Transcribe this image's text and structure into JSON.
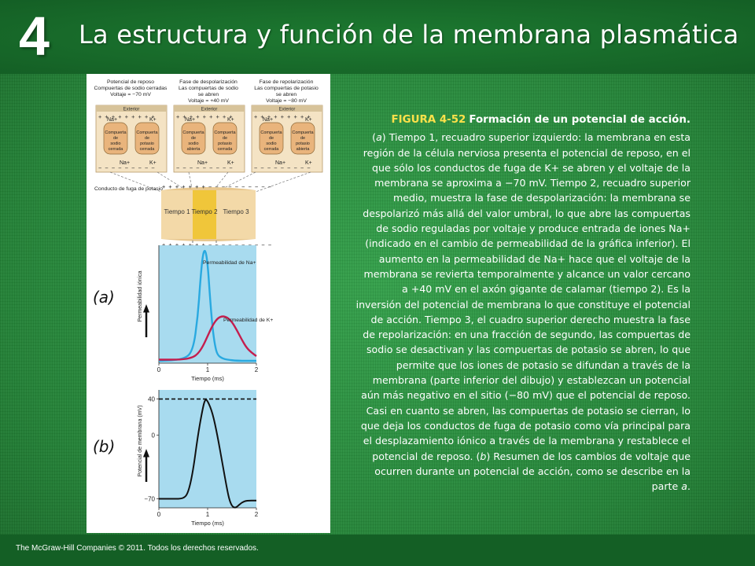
{
  "header": {
    "chapter_number": "4",
    "title": "La estructura y función de la membrana plasmática"
  },
  "figure": {
    "panels": [
      {
        "title": "Potencial de reposo",
        "line2": "Compuertas de sodio cerradas",
        "line3": "Voltaje = −70 mV",
        "exterior": "Exterior",
        "left_gate": "Compuerta de sodio cerrada",
        "right_gate": "Compuerta de potasio cerrada",
        "na": "Na+",
        "k": "K+"
      },
      {
        "title": "Fase de despolarización",
        "line2": "Las compuertas de sodio",
        "line3": "se abren",
        "line4": "Voltaje = +40 mV",
        "exterior": "Exterior",
        "left_gate": "Compuerta de sodio abierta",
        "right_gate": "Compuerta de potasio cerrada",
        "na": "Na+",
        "k": "K+"
      },
      {
        "title": "Fase de repolarización",
        "line2": "Las compuertas de potasio",
        "line3": "se abren",
        "line4": "Voltaje = −80 mV",
        "exterior": "Exterior",
        "left_gate": "Compuerta de sodio cerrada",
        "right_gate": "Compuerta de potasio abierta",
        "na": "Na+",
        "k": "K+"
      }
    ],
    "leak_channel_label": "Conducto de fuga de potasio",
    "axon_times": [
      "Tiempo 1",
      "Tiempo 2",
      "Tiempo 3"
    ],
    "label_a": "(a)",
    "label_b": "(b)"
  },
  "chart_data": [
    {
      "type": "line",
      "ylabel": "Permeabilidad iónica",
      "xlabel": "Tiempo (ms)",
      "xticks": [
        "0",
        "1",
        "2"
      ],
      "xlim": [
        0,
        2
      ],
      "series": [
        {
          "name": "Permeabilidad de Na+",
          "color": "#29a9e0",
          "x": [
            0,
            0.5,
            0.7,
            0.8,
            0.85,
            0.9,
            0.95,
            1.0,
            1.05,
            1.1,
            1.15,
            1.2,
            1.3,
            1.4,
            1.6,
            2.0
          ],
          "y": [
            0.02,
            0.03,
            0.1,
            0.4,
            0.7,
            0.92,
            0.97,
            0.85,
            0.55,
            0.3,
            0.15,
            0.07,
            0.04,
            0.03,
            0.02,
            0.02
          ]
        },
        {
          "name": "Permeabilidad de K+",
          "color": "#c41e4e",
          "x": [
            0,
            0.5,
            0.7,
            0.8,
            0.9,
            1.0,
            1.1,
            1.2,
            1.3,
            1.4,
            1.5,
            1.6,
            1.7,
            1.8,
            1.9,
            2.0
          ],
          "y": [
            0.03,
            0.03,
            0.05,
            0.08,
            0.14,
            0.23,
            0.32,
            0.38,
            0.4,
            0.39,
            0.35,
            0.28,
            0.2,
            0.13,
            0.09,
            0.06
          ]
        }
      ]
    },
    {
      "type": "line",
      "ylabel": "Potencial de membrana (mV)",
      "xlabel": "Tiempo (ms)",
      "xticks": [
        "0",
        "1",
        "2"
      ],
      "yticks": [
        "40",
        "0",
        "−70"
      ],
      "xlim": [
        0,
        2
      ],
      "ylim": [
        -80,
        50
      ],
      "reference_line": 40,
      "series": [
        {
          "name": "",
          "color": "#111111",
          "x": [
            0,
            0.3,
            0.5,
            0.6,
            0.7,
            0.8,
            0.9,
            0.95,
            1.0,
            1.1,
            1.2,
            1.3,
            1.4,
            1.45,
            1.5,
            1.55,
            1.6,
            1.7,
            1.8,
            2.0
          ],
          "y": [
            -70,
            -70,
            -70,
            -64,
            -40,
            0,
            30,
            40,
            38,
            25,
            0,
            -30,
            -60,
            -72,
            -78,
            -80,
            -79,
            -74,
            -72,
            -72
          ]
        }
      ]
    }
  ],
  "caption": {
    "figure_number": "FIGURA 4-52",
    "figure_title": "Formación de un potencial de acción.",
    "body_a_open": "(",
    "body_a_letter": "a",
    "body_a_text": ") Tiempo 1, recuadro superior izquierdo: la membrana en esta región de la célula nerviosa presenta el potencial de reposo, en el que sólo los conductos de fuga de K+ se abren y el voltaje de la membrana se aproxima a −70 mV. Tiempo 2, recuadro superior medio, muestra la fase de despolarización: la membrana se despolarizó más allá del valor umbral, lo que abre las compuertas de sodio reguladas por voltaje y produce entrada de iones Na+ (indicado en el cambio de permeabilidad de la gráfica inferior). El aumento en la permeabilidad de Na+ hace que el voltaje de la membrana se revierta temporalmente y alcance un valor cercano a +40 mV en el axón gigante de calamar (tiempo 2). Es la inversión del potencial de membrana lo que constituye el potencial de acción. Tiempo 3, el cuadro superior derecho muestra la fase de repolarización: en una fracción de segundo, las compuertas de sodio se desactivan y las compuertas de potasio se abren, lo que permite que los iones de potasio se difundan a través de la membrana (parte inferior del dibujo) y establezcan un potencial aún más negativo en el sitio (−80 mV) que el potencial de reposo. Casi en cuanto se abren, las compuertas de potasio se cierran, lo que deja los conductos de fuga de potasio como vía principal para el desplazamiento iónico a través de la membrana y restablece el potencial de reposo. (",
    "body_b_letter": "b",
    "body_b_text": ") Resumen de los cambios de voltaje que ocurren durante un potencial de acción, como se describe en la parte ",
    "body_end_letter": "a",
    "body_end": "."
  },
  "footer": {
    "copyright": "The McGraw-Hill Companies © 2011. Todos los derechos reservados."
  }
}
